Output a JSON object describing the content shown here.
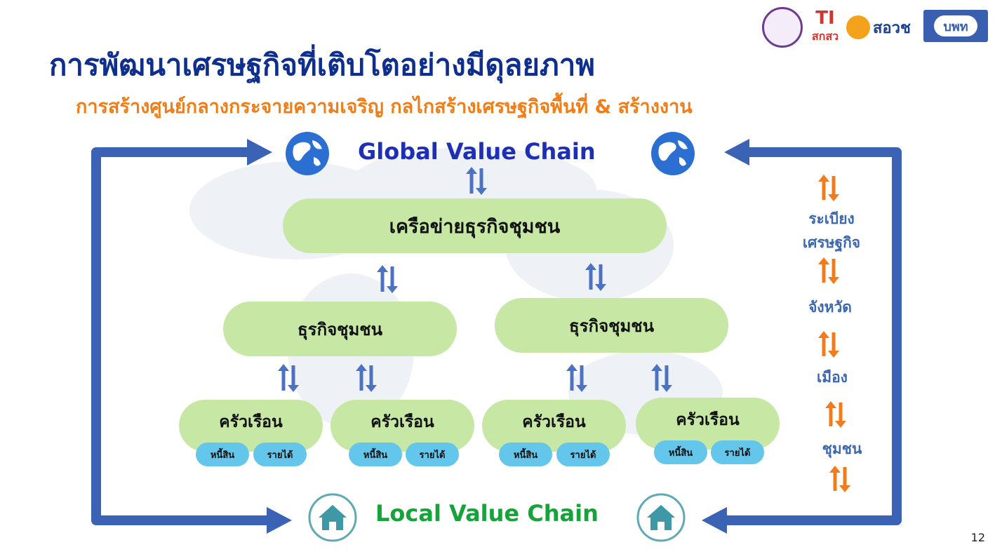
{
  "title": "การพัฒนาเศรษฐกิจที่เติบโตอย่างมีดุลยภาพ",
  "subtitle": "การสร้างศูนย์กลางกระจายความเจริญ กลไกสร้างเศรษฐกิจพื้นที่ & สร้างงาน",
  "global_value_chain": "Global Value Chain",
  "local_value_chain": "Local Value Chain",
  "network_label": "เครือข่ายธุรกิจชุมชน",
  "business_labels": [
    "ธุรกิจชุมชน",
    "ธุรกิจชุมชน"
  ],
  "households": [
    {
      "label": "ครัวเรือน",
      "debt": "หนี้สิน",
      "income": "รายได้"
    },
    {
      "label": "ครัวเรือน",
      "debt": "หนี้สิน",
      "income": "รายได้"
    },
    {
      "label": "ครัวเรือน",
      "debt": "หนี้สิน",
      "income": "รายได้"
    },
    {
      "label": "ครัวเรือน",
      "debt": "หนี้สิน",
      "income": "รายได้"
    }
  ],
  "side_levels": [
    "ระเบียง",
    "เศรษฐกิจ",
    "จังหวัด",
    "เมือง",
    "ชุมชน"
  ],
  "logos": [
    "สกสว",
    "สอวช",
    "บพท"
  ],
  "page_number": "12",
  "icons": [
    "globe-icon",
    "house-icon",
    "arrow-icon",
    "swap-arrows-icon"
  ],
  "colors": {
    "title": "#0f2f8f",
    "subtitle": "#f07d16",
    "global": "#1c2fb5",
    "local": "#16a33a",
    "pill": "#c7e7a5",
    "chip": "#63c6ea",
    "frame": "#3a63b5"
  }
}
